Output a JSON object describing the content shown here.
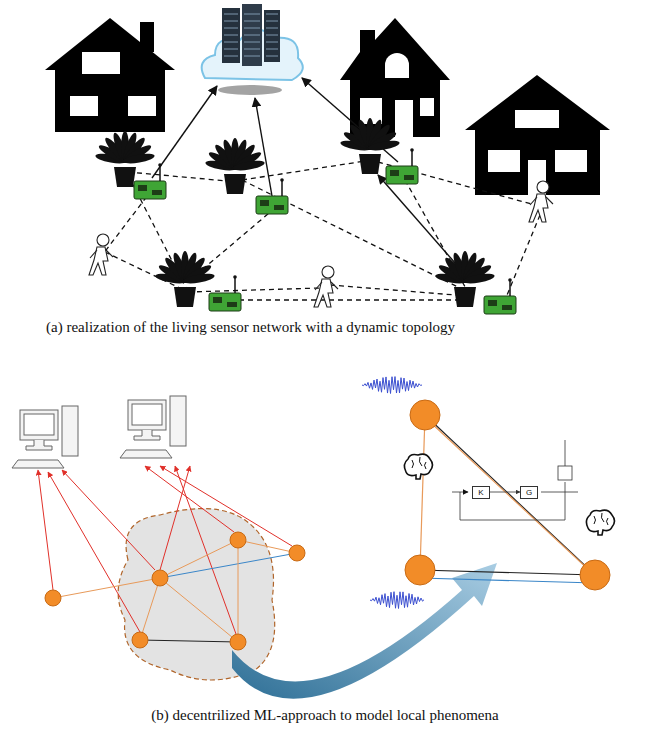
{
  "diagram": {
    "nodes": [
      {
        "text": [
          "K"
        ]
      },
      {
        "text": [
          "G"
        ]
      }
    ],
    "edges": [
      {
        "from": 0,
        "to": 1,
        "arrow": "to"
      }
    ],
    "labels": [
      "(a) realization of the living sensor network with a dynamic topology",
      "(b) decentrilized ML-approach to model local phenomena"
    ]
  }
}
